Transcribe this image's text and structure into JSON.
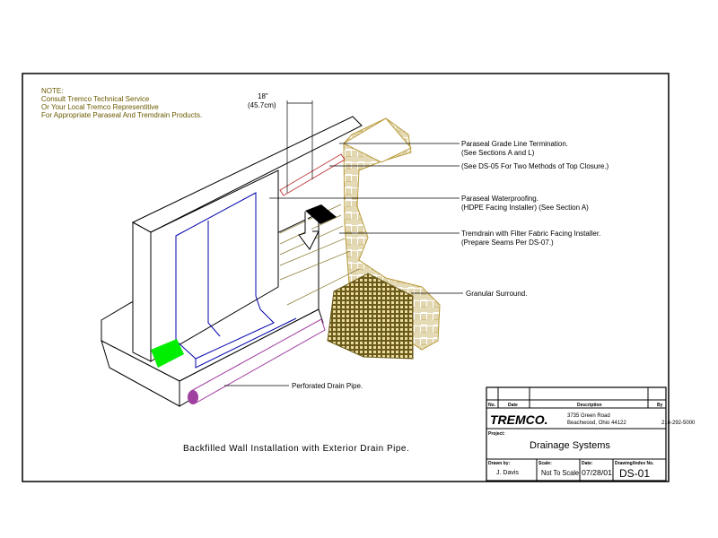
{
  "note": {
    "heading": "NOTE:",
    "lines": [
      "Consult Tremco Technical Service",
      "Or Your Local Tremco Representitive",
      "For Appropriate Paraseal And Tremdrain Products."
    ]
  },
  "dimension": {
    "imperial": "18\"",
    "metric": "(45.7cm)"
  },
  "callouts": [
    {
      "line1": "Paraseal Grade Line Termination.",
      "line2": "(See Sections A and L)"
    },
    {
      "line1": "(See DS-05 For Two Methods of Top Closure.)",
      "line2": ""
    },
    {
      "line1": "Paraseal Waterproofing.",
      "line2": "(HDPE Facing Installer) (See Section A)"
    },
    {
      "line1": "Tremdrain with Filter Fabric Facing Installer.",
      "line2": "(Prepare Seams Per DS-07.)"
    },
    {
      "line1": "Granular Surround.",
      "line2": ""
    },
    {
      "line1": "Perforated Drain Pipe.",
      "line2": ""
    }
  ],
  "caption": "Backfilled Wall Installation with Exterior Drain Pipe.",
  "title_block": {
    "col_no": "No.",
    "col_date": "Date",
    "col_description": "Description",
    "col_by": "By",
    "logo": "TREMCO.",
    "address1": "3735 Green Road",
    "address2": "Beachwood, Ohio  44122",
    "phone": "216-292-5000",
    "project_label": "Project:",
    "project": "Drainage Systems",
    "drawn_by_label": "Drawn by:",
    "drawn_by": "J. Davis",
    "scale_label": "Scale:",
    "scale": "Not To Scale",
    "date_label": "Date:",
    "date": "07/28/01",
    "drawing_no_label": "Drawing/Index No.",
    "drawing_no": "DS-01"
  },
  "colors": {
    "note": "#6b5a00",
    "membrane": "#0000aa",
    "soil": "#c8b060",
    "pipe": "#a040a0",
    "green": "#00ee00"
  }
}
